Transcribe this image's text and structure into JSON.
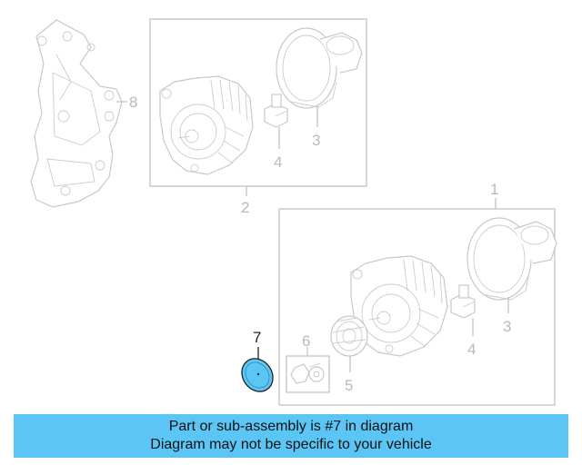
{
  "colors": {
    "banner_bg": "#5bc6f5",
    "highlight_fill": "#5bc6f5",
    "line": "#c4c4c4",
    "callout_active": "#222222"
  },
  "callouts": {
    "c1": "1",
    "c2": "2",
    "c3_top": "3",
    "c3_bottom": "3",
    "c4_top": "4",
    "c4_bottom": "4",
    "c5": "5",
    "c6": "6",
    "c7": "7",
    "c8": "8"
  },
  "banner": {
    "line1": "Part or sub-assembly is #7 in diagram",
    "line2": "Diagram may not be specific to your vehicle"
  }
}
